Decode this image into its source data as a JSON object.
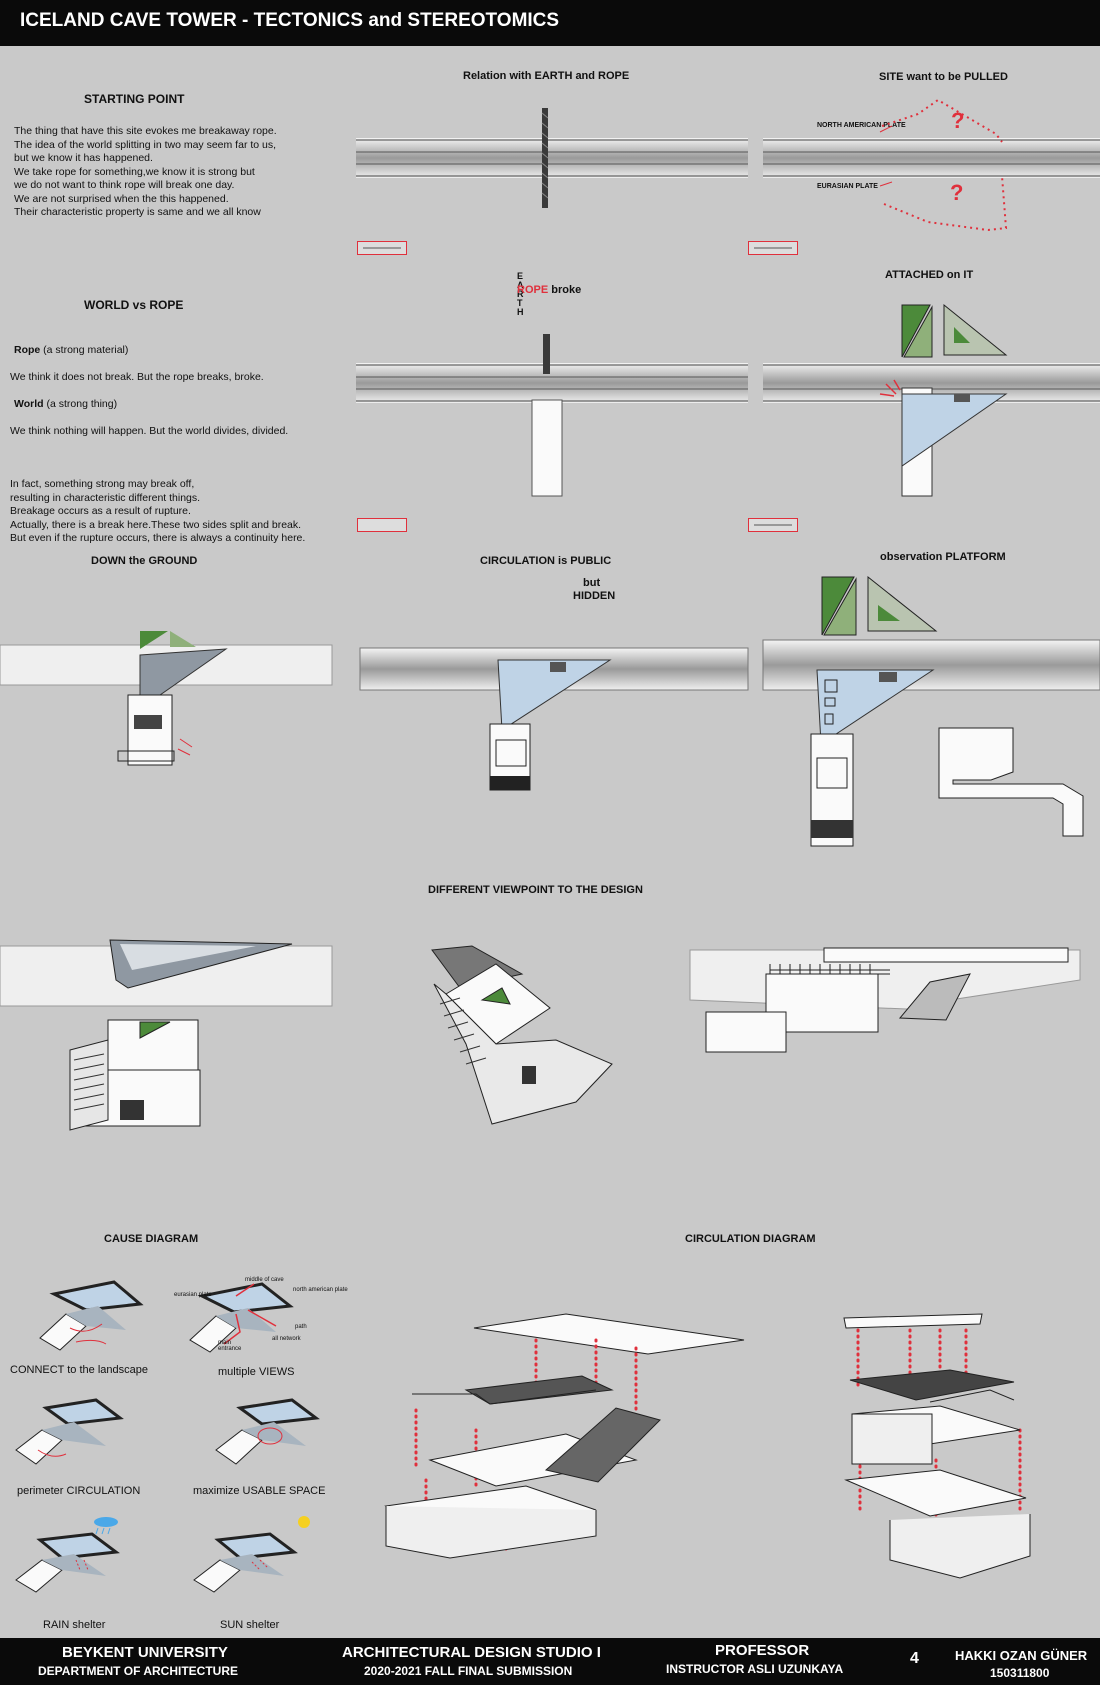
{
  "header": {
    "title": "ICELAND CAVE TOWER - TECTONICS and STEREOTOMICS"
  },
  "starting": {
    "title": "STARTING POINT",
    "text": "The thing that have this site evokes me breakaway rope.\nThe idea of the world splitting in two may seem far to us,\nbut we know it has happened.\n We take rope for something,we know it is strong but\nwe do not want to think rope will break one day.\n We are not surprised when the this happened.\nTheir characteristic property is same and we all know"
  },
  "world": {
    "title": "WORLD vs ROPE",
    "rope_label": "Rope",
    "rope_paren": " (a strong material)",
    "line1": "We think it does not break. But the rope breaks, broke.",
    "world_label": "World",
    "world_paren": " (a strong thing)",
    "line2": "We think nothing will happen. But the world divides, divided.",
    "text2": " In fact, something strong may break off,\nresulting in characteristic different things.\n Breakage occurs as a result of rupture.\nActually, there is a break here.These two sides split and break.\nBut even if the rupture occurs, there is always a continuity here."
  },
  "panels": {
    "relation": "Relation with EARTH and ROPE",
    "site_pulled": "SITE want to be PULLED",
    "north_plate": "NORTH AMERICAN PLATE",
    "eurasian_plate": "EURASIAN PLATE",
    "question": "?",
    "earth": "EARTH",
    "rope_r": "R",
    "rope_ope": "OPE",
    "broke": " broke",
    "attached": "ATTACHED on IT",
    "down_ground": "DOWN the GROUND",
    "circulation_public": "CIRCULATION is PUBLIC",
    "but": "but",
    "hidden": "HIDDEN",
    "observation": "observation PLATFORM"
  },
  "viewpoint": {
    "title": "DIFFERENT VIEWPOINT TO THE DESIGN"
  },
  "cause": {
    "title": "CAUSE DIAGRAM",
    "items": [
      "CONNECT to the landscape",
      "multiple VIEWS",
      "perimeter CIRCULATION",
      "maximize USABLE SPACE",
      "RAIN shelter",
      "SUN shelter"
    ],
    "annotations": [
      "middle of cave",
      "eurasian plate",
      "north american plate",
      "path",
      "main entrance",
      "all network"
    ]
  },
  "circulation": {
    "title": "CIRCULATION DIAGRAM"
  },
  "footer": {
    "university": "BEYKENT UNIVERSITY",
    "department": "DEPARTMENT OF ARCHITECTURE",
    "studio": "ARCHITECTURAL DESIGN STUDIO I",
    "submission": "2020-2021 FALL FINAL SUBMISSION",
    "professor": "PROFESSOR",
    "instructor": "INSTRUCTOR ASLI UZUNKAYA",
    "page_number": "4",
    "student": "HAKKI OZAN GÜNER",
    "student_id": "150311800"
  },
  "colors": {
    "accent_red": "#e0303c",
    "glass_blue": "#bfd3e6",
    "dark": "#0a0a0a",
    "background": "#c9c9c9",
    "green": "#4c8a3a"
  }
}
